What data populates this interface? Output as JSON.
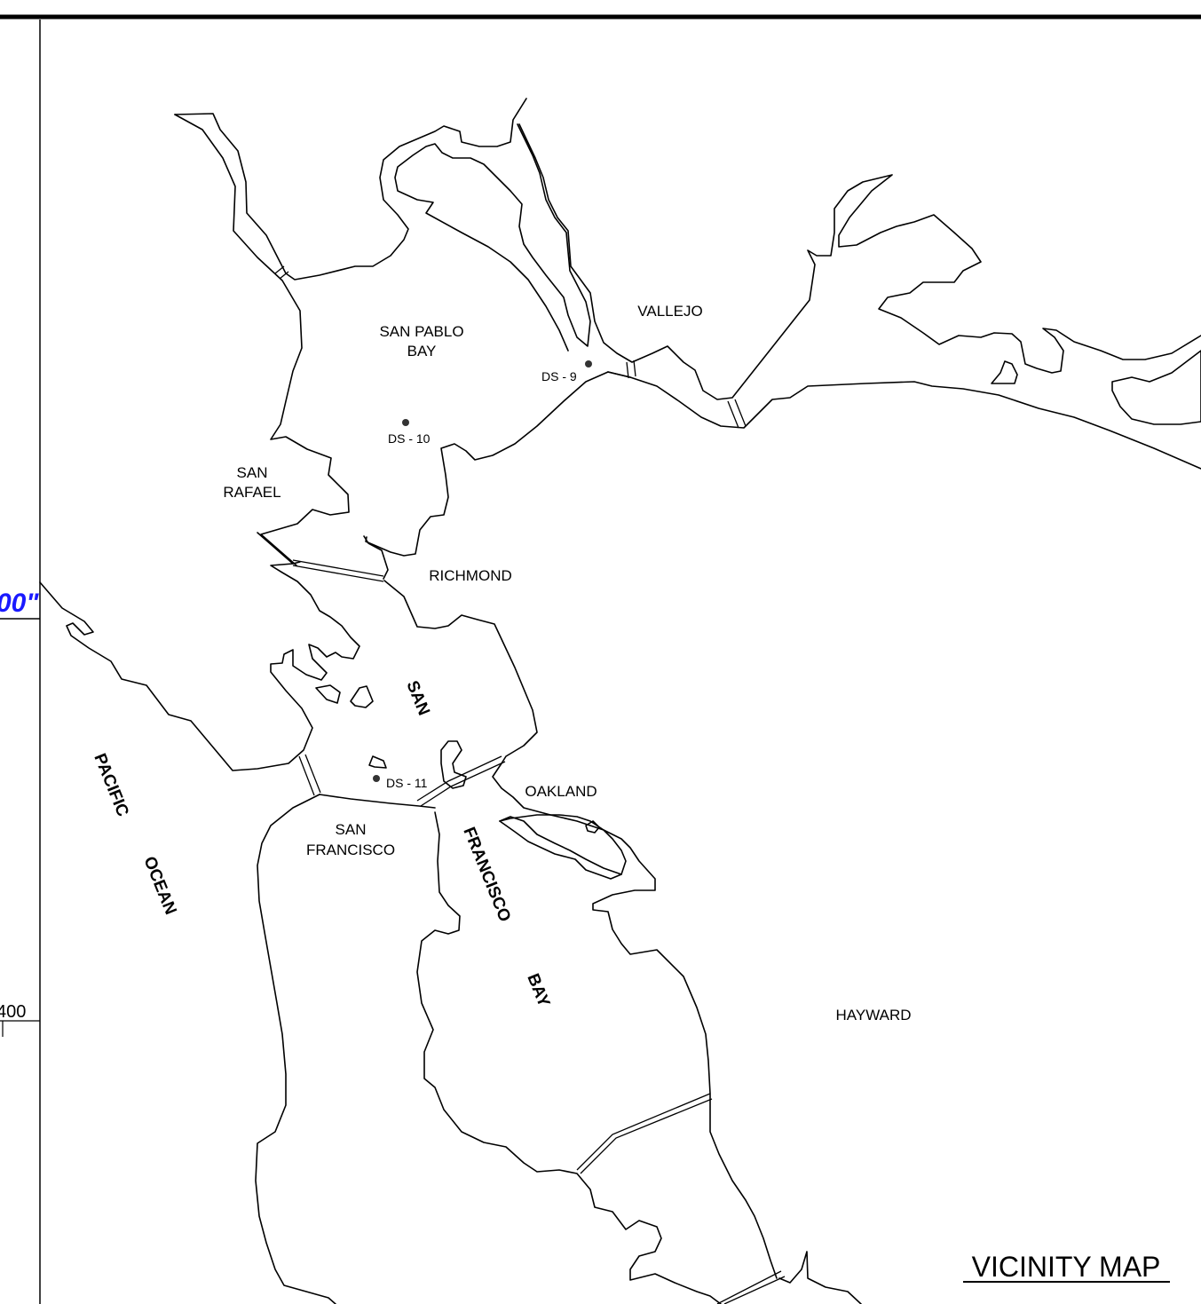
{
  "map": {
    "title": "VICINITY MAP",
    "edge_labels": {
      "blue_fragment": "00\"",
      "scale_fragment": "400"
    },
    "places": {
      "san_pablo_bay_line1": "SAN PABLO",
      "san_pablo_bay_line2": "BAY",
      "vallejo": "VALLEJO",
      "san_rafael_line1": "SAN",
      "san_rafael_line2": "RAFAEL",
      "richmond": "RICHMOND",
      "oakland": "OAKLAND",
      "san_francisco_line1": "SAN",
      "san_francisco_line2": "FRANCISCO",
      "hayward": "HAYWARD"
    },
    "water_labels": {
      "pacific": "PACIFIC",
      "ocean": "OCEAN",
      "bay_san": "SAN",
      "bay_francisco": "FRANCISCO",
      "bay_bay": "BAY"
    },
    "sites": [
      {
        "id": "ds9",
        "label": "DS - 9"
      },
      {
        "id": "ds10",
        "label": "DS - 10"
      },
      {
        "id": "ds11",
        "label": "DS - 11"
      }
    ],
    "colors": {
      "linework": "#000000",
      "edge_text_blue": "#1a1aff",
      "background": "#ffffff"
    }
  }
}
